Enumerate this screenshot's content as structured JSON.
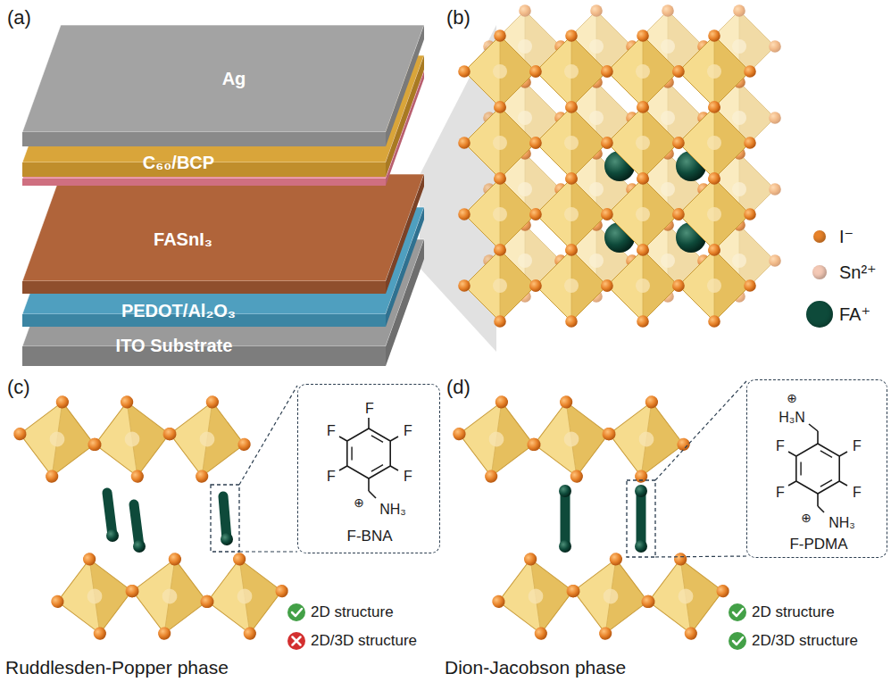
{
  "diagram": {
    "nodes": [
      {
        "text": [
          "Ag"
        ]
      },
      {
        "text": [
          "C₆₀/BCP"
        ]
      },
      {
        "text": [
          "FASnI₃"
        ]
      },
      {
        "text": [
          "PEDOT/Al₂O₃"
        ]
      },
      {
        "text": [
          "ITO Substrate"
        ]
      },
      {
        "text": [
          "F",
          "F",
          "F",
          "F",
          "F",
          "⊕",
          "NH₃",
          "F-BNA"
        ]
      },
      {
        "text": [
          "⊕",
          "H₃N",
          "F",
          "F",
          "F",
          "F",
          "⊕",
          "NH₃",
          "F-PDMA"
        ]
      }
    ],
    "labels": [
      "(a)",
      "(b)",
      "(c)",
      "(d)",
      "2D structure",
      "2D/3D structure",
      "Ruddlesden-Popper phase",
      "2D structure",
      "2D/3D structure",
      "Dion-Jacobson phase"
    ],
    "legend": [
      {
        "text": "I⁻",
        "color": "#e8832a"
      },
      {
        "text": "Sn²⁺",
        "color": "#f4c9b6"
      },
      {
        "text": "FA⁺",
        "color": "#0e4a3a"
      }
    ]
  }
}
